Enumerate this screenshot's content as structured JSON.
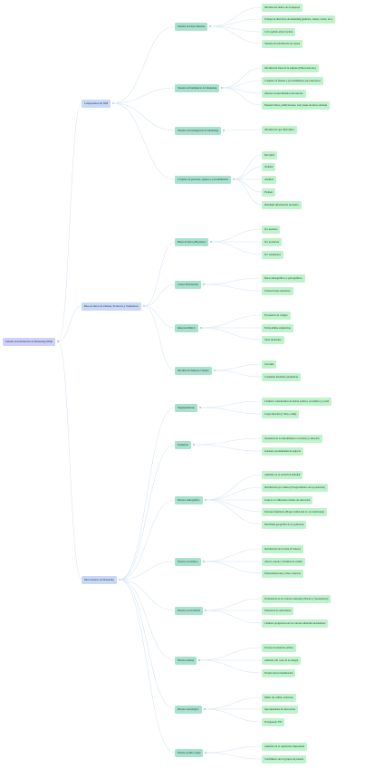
{
  "mindmap": {
    "root": "Sistema de Información de Marketing (SIM)",
    "branches": [
      {
        "label": "Componentes del SIM",
        "children": [
          {
            "label": "Sistema de Datos Internos",
            "children": [
              "Información dentro de la empresa",
              "Trabajo de directivos de marketing (pedidos, ventas, costes, etc.)",
              "Ciclo pedido-envío-factura",
              "Sistema de información de ventas"
            ]
          },
          {
            "label": "Sistema de Inteligencia de Marketing",
            "children": [
              "Información fuera de la empresa (Macroentorno)",
              "Conjunto de fuentes y procedimientos para directivos",
              "Obtener acontecimientos del entorno",
              "Fuentes: libros, publicaciones, web, bases de datos externas"
            ]
          },
          {
            "label": "Sistema de Investigación de Marketing",
            "children": [
              "Información que fabricamos"
            ]
          },
          {
            "label": "Conjunto de personas, equipos y procedimientos",
            "children": [
              "Recopilar",
              "Ordenar",
              "Analizar",
              "Evaluar",
              "Distribuir información necesaria"
            ]
          }
        ]
      },
      {
        "label": "Base de Datos de Clientes, Productos y Vendedores",
        "children": [
          {
            "label": "Bases de Datos (Big Data)",
            "children": [
              "Por usuarios",
              "Por productos",
              "Por vendedores"
            ]
          },
          {
            "label": "Cruzar Información",
            "children": [
              "Datos demográficos y psicográficos",
              "Transacciones anteriores"
            ]
          },
          {
            "label": "Relación Pública",
            "children": [
              "Frecuencia de compra",
              "Fecha última adquisición",
              "Valor monetario"
            ]
          },
          {
            "label": "Información Mejores Clientes",
            "children": [
              "Cercanía",
              "Contenido mediante estadísticas"
            ]
          }
        ]
      },
      {
        "label": "Macroentorno de Marketing",
        "children": [
          {
            "label": "Megatendencias",
            "children": [
              "Cambios considerables de índole política, económica y social",
              "Larga duración (7 años o más)"
            ]
          },
          {
            "label": "Tendencia",
            "children": [
              "Secuencia de acontecimientos con fuerza y duración",
              "Generan oportunidades de negocio"
            ]
          },
          {
            "label": "Entorno demográfico",
            "children": [
              "Aumento de la población mundial",
              "Distribución por edades (Envejecimiento de la población)",
              "Grupos con diferentes niveles de educación",
              "Patrones familiares (Hogar tradicional vs. no tradicional)",
              "Movilidad geográfica de la población"
            ]
          },
          {
            "label": "Entorno económico",
            "children": [
              "Distribución de la renta (Y dinero)",
              "Ahorro, deuda y facilidad de crédito",
              "Externalizaciones y libre comercio"
            ]
          },
          {
            "label": "Entorno sociocultural",
            "children": [
              "Persistencia de los valores culturales (Nucleo y Secundarios)",
              "Existencia de subculturas",
              "Cambios progresivos en los valores culturales secundarios"
            ]
          },
          {
            "label": "Entorno natural",
            "children": [
              "Escasez de materias primas",
              "Aumento del coste de la energía",
              "Presión antocontaminación"
            ]
          },
          {
            "label": "Entorno tecnológico",
            "children": [
              "Ritmo de cambio acelerado",
              "Oportunidades de innovación",
              "Presupuesto I+D"
            ]
          },
          {
            "label": "Entorno político-legal",
            "children": [
              "Aumento de la regulación empresarial",
              "Crecimiento de los grupos de presión"
            ]
          }
        ]
      }
    ]
  }
}
